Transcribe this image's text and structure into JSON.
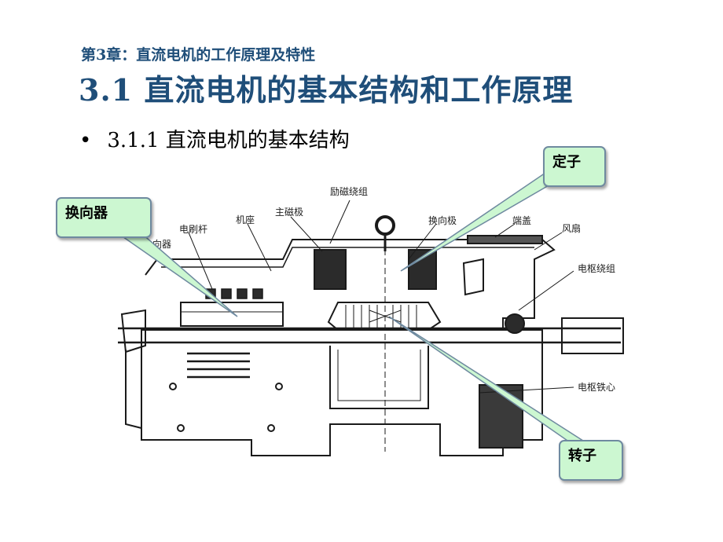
{
  "header": {
    "chapter": "第3章：直流电机的工作原理及特性",
    "title": "3.1 直流电机的基本结构和工作原理"
  },
  "bullet": {
    "marker": "•",
    "text": "3.1.1 直流电机的基本结构"
  },
  "diagram": {
    "labels": {
      "excitation_winding": "励磁绕组",
      "main_pole": "主磁极",
      "frame": "机座",
      "brush_rod": "电刷杆",
      "commutator_partial": "向器",
      "commutating_pole": "换向极",
      "end_cover": "端盖",
      "fan": "风扇",
      "armature_winding": "电枢绕组",
      "armature_core": "电枢铁心"
    },
    "callouts": {
      "stator": "定子",
      "commutator": "换向器",
      "rotor": "转子"
    },
    "colors": {
      "callout_fill": "#ccf7d1",
      "callout_border": "#6f8aa0",
      "title_color": "#1f4e79"
    }
  }
}
